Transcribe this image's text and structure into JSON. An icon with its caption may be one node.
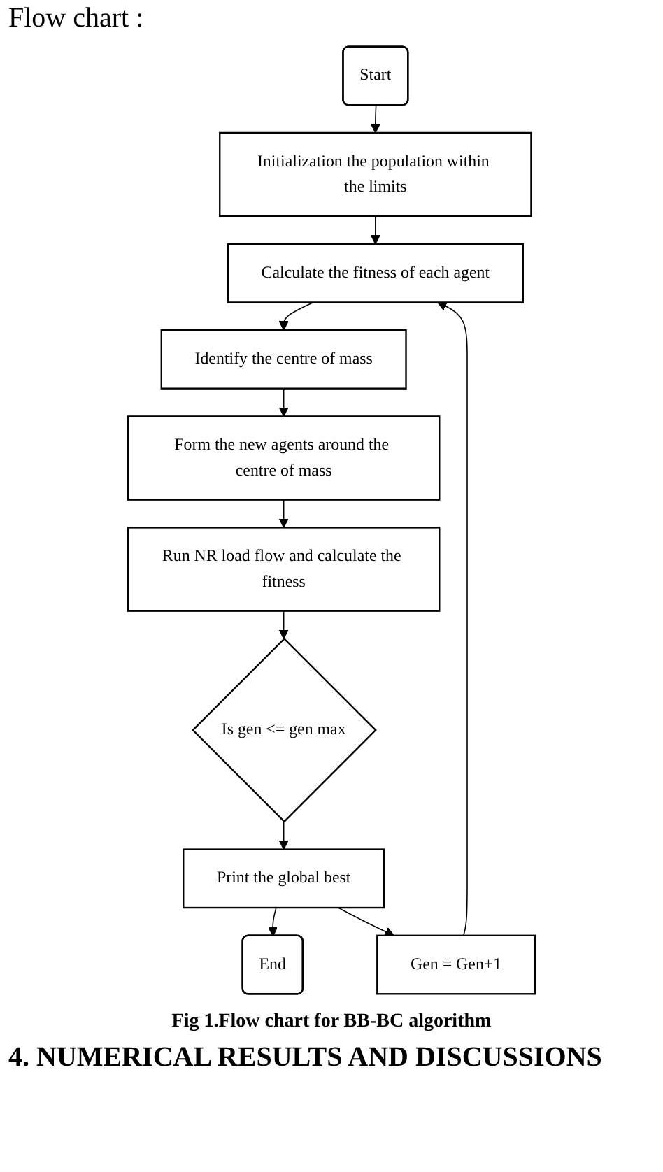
{
  "diagram": {
    "title": "Flow chart :",
    "caption": "Fig 1.Flow chart for BB-BC algorithm",
    "nodes": [
      {
        "text": [
          "Start"
        ]
      },
      {
        "text": [
          "Initialization the population within the limits"
        ]
      },
      {
        "text": [
          "Calculate the fitness of each agent"
        ]
      },
      {
        "text": [
          "Identify the centre of mass"
        ]
      },
      {
        "text": [
          "Form the new agents around the centre of mass"
        ]
      },
      {
        "text": [
          "Run NR load flow and calculate the fitness"
        ]
      },
      {
        "text": [
          "Is  gen <= gen max"
        ]
      },
      {
        "text": [
          "Print the global best"
        ]
      },
      {
        "text": [
          "End"
        ]
      },
      {
        "text": [
          "Gen = Gen+1"
        ]
      }
    ],
    "edges": [
      {
        "from": 0,
        "to": 1,
        "arrow": "to"
      },
      {
        "from": 1,
        "to": 2,
        "arrow": "to"
      },
      {
        "from": 2,
        "to": 3,
        "arrow": "to"
      },
      {
        "from": 3,
        "to": 4,
        "arrow": "to"
      },
      {
        "from": 4,
        "to": 5,
        "arrow": "to"
      },
      {
        "from": 5,
        "to": 6,
        "arrow": "to"
      },
      {
        "from": 6,
        "to": 7,
        "arrow": "to"
      },
      {
        "from": 7,
        "to": 8,
        "arrow": "to"
      },
      {
        "from": 7,
        "to": 9,
        "arrow": "to"
      },
      {
        "from": 9,
        "to": 2,
        "arrow": "to"
      }
    ],
    "labels": [
      "4.  NUMERICAL RESULTS AND DISCUSSIONS"
    ]
  }
}
